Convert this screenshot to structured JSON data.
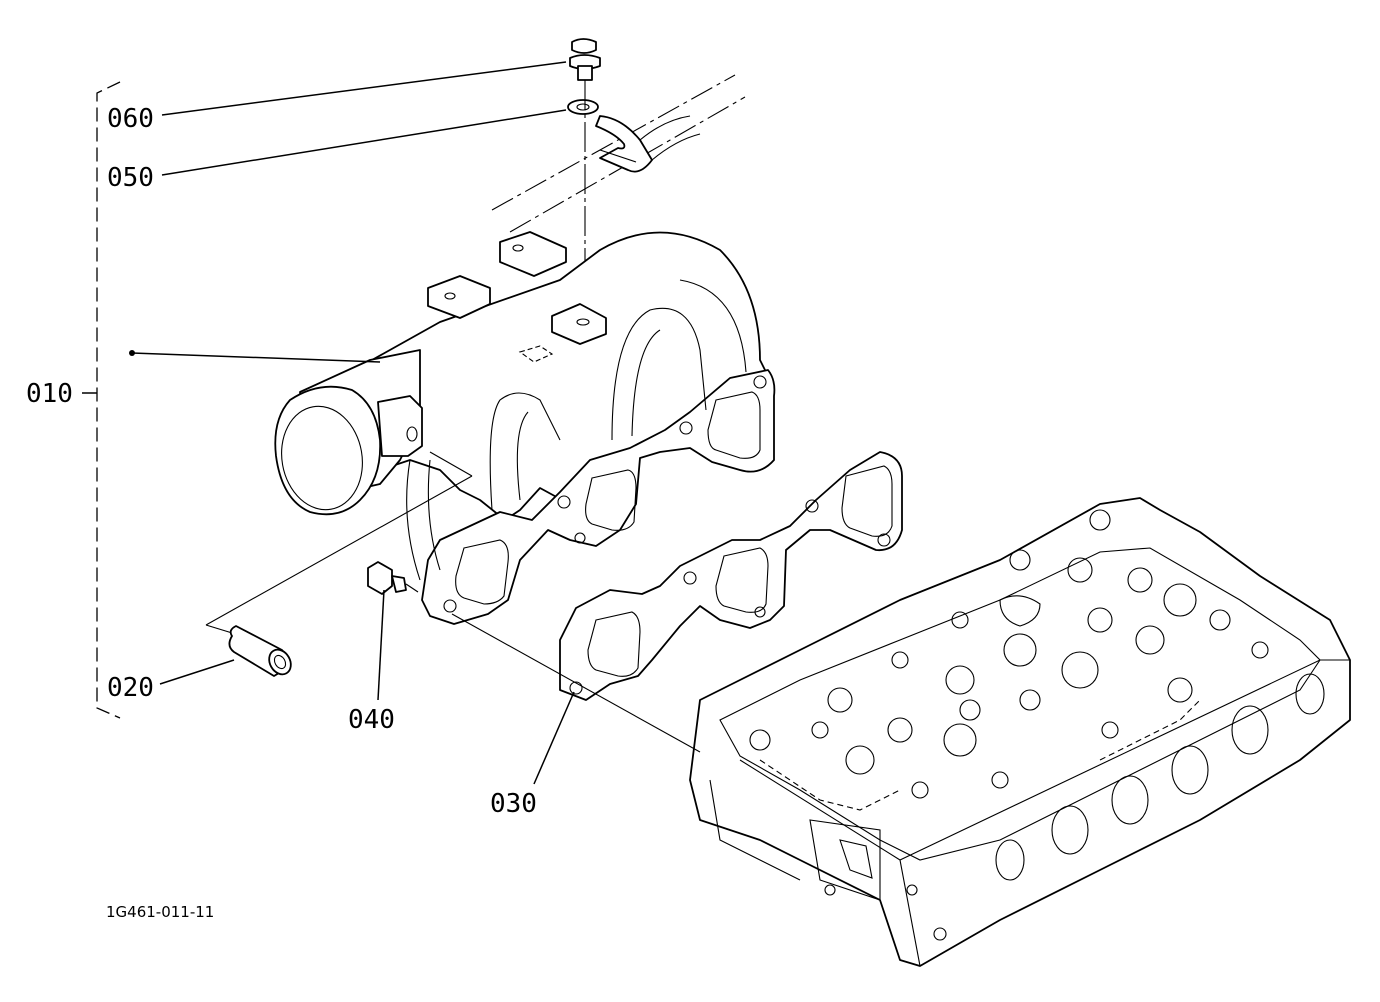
{
  "callouts": [
    {
      "id": "060",
      "label": "060"
    },
    {
      "id": "050",
      "label": "050"
    },
    {
      "id": "010",
      "label": "010"
    },
    {
      "id": "020",
      "label": "020"
    },
    {
      "id": "040",
      "label": "040"
    },
    {
      "id": "030",
      "label": "030"
    }
  ],
  "drawing_code": "1G461-011-11"
}
